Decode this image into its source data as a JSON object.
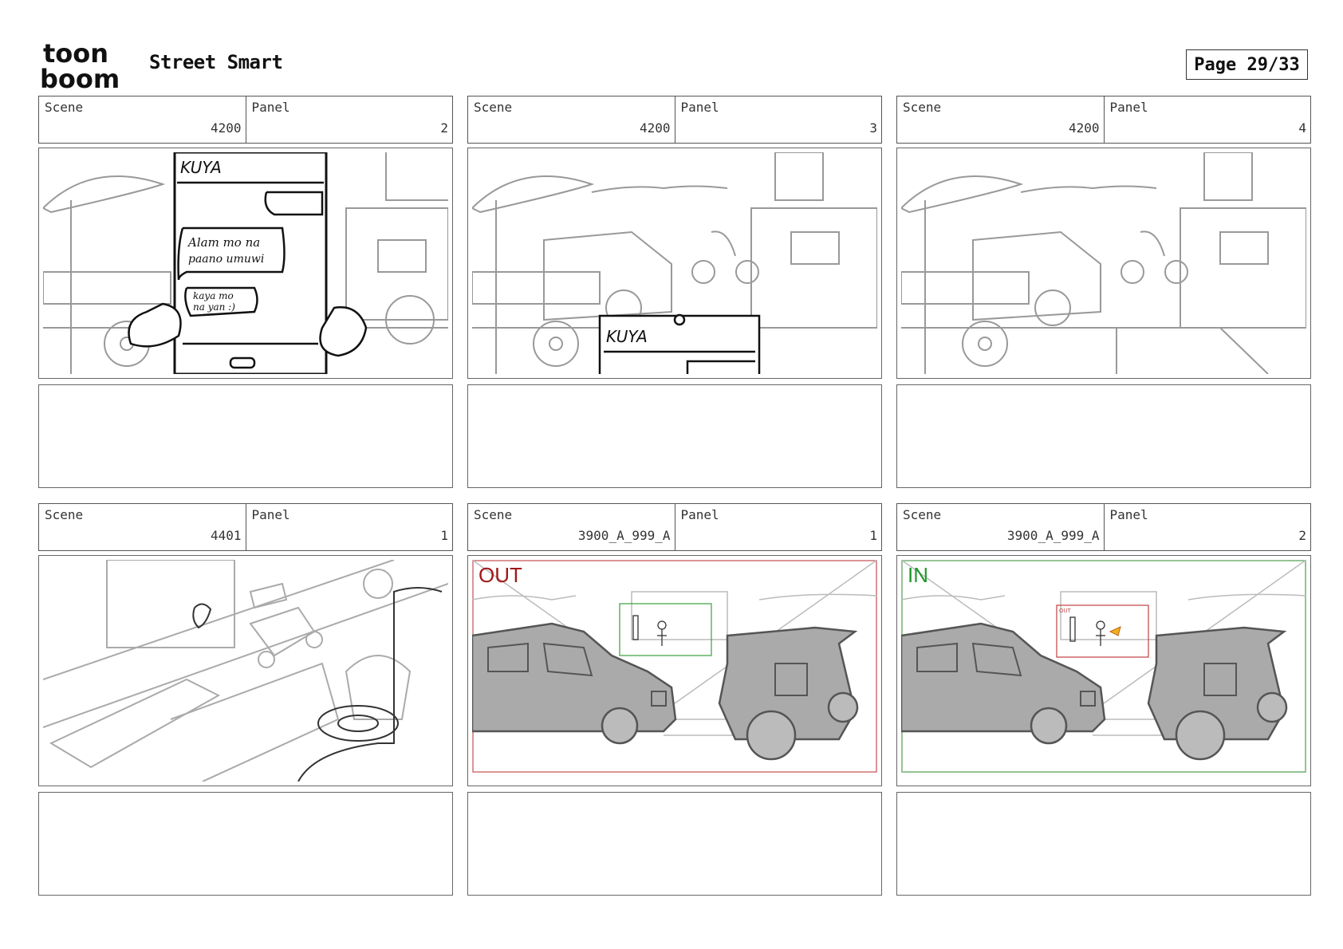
{
  "header": {
    "logo_line1": "toon",
    "logo_line2": "boom",
    "title": "Street Smart",
    "page_label": "Page 29/33"
  },
  "panels": [
    {
      "scene_label": "Scene",
      "scene": "4200",
      "panel_label": "Panel",
      "panel": "2",
      "drawing": {
        "phone_name": "KUYA",
        "bubble1_line1": "Alam mo na",
        "bubble1_line2": "paano umuwi",
        "bubble2_line1": "kaya mo",
        "bubble2_line2": "na yan :)"
      }
    },
    {
      "scene_label": "Scene",
      "scene": "4200",
      "panel_label": "Panel",
      "panel": "3",
      "drawing": {
        "phone_name": "KUYA"
      }
    },
    {
      "scene_label": "Scene",
      "scene": "4200",
      "panel_label": "Panel",
      "panel": "4"
    },
    {
      "scene_label": "Scene",
      "scene": "4401",
      "panel_label": "Panel",
      "panel": "1"
    },
    {
      "scene_label": "Scene",
      "scene": "3900_A_999_A",
      "panel_label": "Panel",
      "panel": "1",
      "drawing": {
        "camera_tag": "OUT",
        "tag_color": "#a01818",
        "frame_color": "#d07070"
      }
    },
    {
      "scene_label": "Scene",
      "scene": "3900_A_999_A",
      "panel_label": "Panel",
      "panel": "2",
      "drawing": {
        "camera_tag": "IN",
        "tag_color": "#1e9a2a",
        "frame_color": "#70b070",
        "small_tag": "OUT"
      }
    }
  ]
}
